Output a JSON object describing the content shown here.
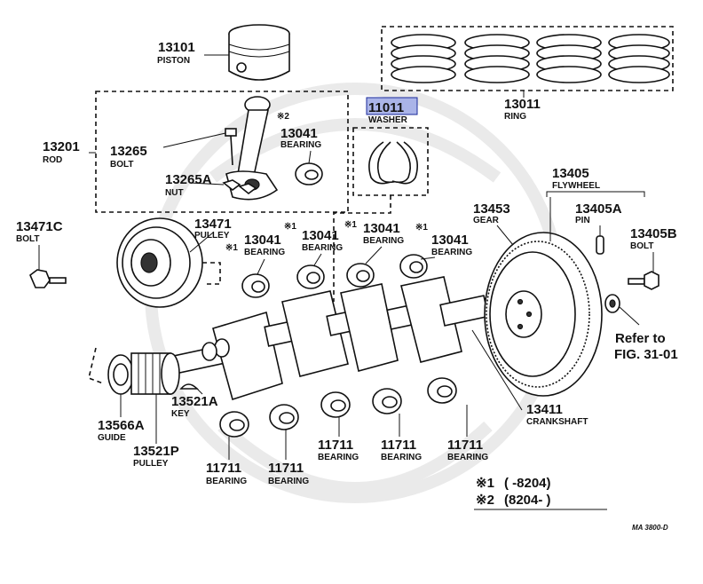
{
  "callouts": {
    "piston": {
      "num": "13101",
      "name": "PISTON"
    },
    "ring": {
      "num": "13011",
      "name": "RING"
    },
    "washer": {
      "num": "11011",
      "name": "WASHER"
    },
    "rod": {
      "num": "13201",
      "name": "ROD"
    },
    "rod_bolt": {
      "num": "13265",
      "name": "BOLT"
    },
    "rod_nut": {
      "num": "13265A",
      "name": "NUT"
    },
    "rod_bearing": {
      "num": "13041",
      "name": "BEARING",
      "mark": "※2"
    },
    "pulley_bolt": {
      "num": "13471C",
      "name": "BOLT"
    },
    "crank_pulley": {
      "num": "13471",
      "name": "PULLEY"
    },
    "bearing_a": {
      "num": "13041",
      "name": "BEARING",
      "mark": "※1"
    },
    "bearing_b": {
      "num": "13041",
      "name": "BEARING",
      "mark": "※1"
    },
    "bearing_c": {
      "num": "13041",
      "name": "BEARING",
      "mark": "※1"
    },
    "bearing_d": {
      "num": "13041",
      "name": "BEARING",
      "mark": "※1"
    },
    "flywheel": {
      "num": "13405",
      "name": "FLYWHEEL"
    },
    "gear": {
      "num": "13453",
      "name": "GEAR"
    },
    "pin": {
      "num": "13405A",
      "name": "PIN"
    },
    "flywheel_bolt": {
      "num": "13405B",
      "name": "BOLT"
    },
    "crankshaft": {
      "num": "13411",
      "name": "CRANKSHAFT"
    },
    "guide": {
      "num": "13566A",
      "name": "GUIDE"
    },
    "key": {
      "num": "13521A",
      "name": "KEY"
    },
    "timing_pulley": {
      "num": "13521P",
      "name": "PULLEY"
    },
    "main_bearing_1": {
      "num": "11711",
      "name": "BEARING"
    },
    "main_bearing_2": {
      "num": "11711",
      "name": "BEARING"
    },
    "main_bearing_3": {
      "num": "11711",
      "name": "BEARING"
    },
    "main_bearing_4": {
      "num": "11711",
      "name": "BEARING"
    },
    "main_bearing_5": {
      "num": "11711",
      "name": "BEARING"
    }
  },
  "refer": {
    "line1": "Refer to",
    "line2": "FIG. 31-01"
  },
  "legend": {
    "mark1": "※1",
    "range1": "(        -8204)",
    "mark2": "※2",
    "range2": "(8204-           )"
  },
  "code": "MA 3800-D",
  "colors": {
    "highlight": "#aab4e8",
    "highlight_border": "#1a2a9a",
    "ink": "#111111"
  }
}
